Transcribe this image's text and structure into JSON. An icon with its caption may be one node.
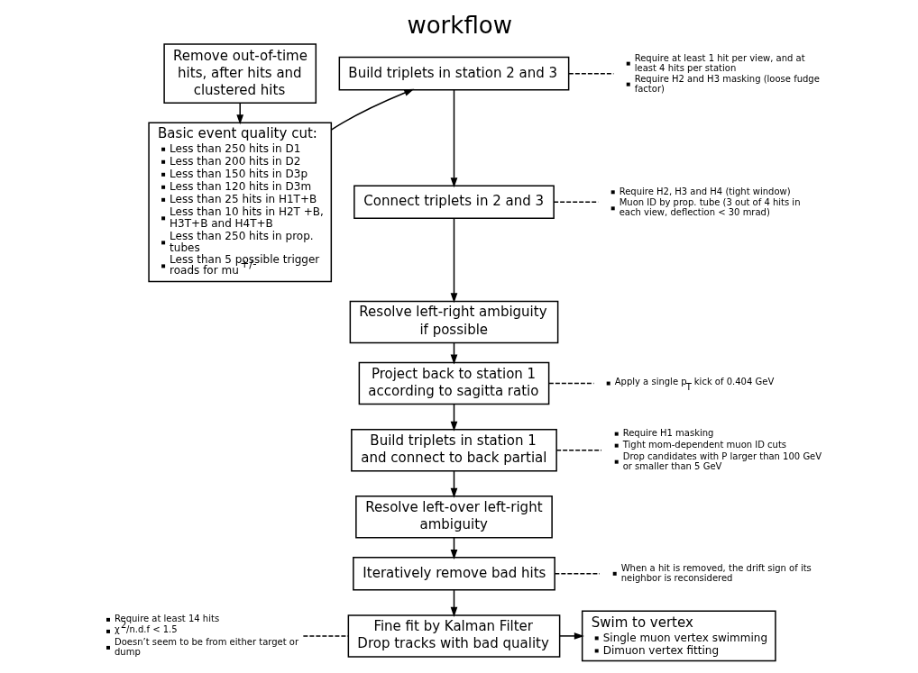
{
  "diagram": {
    "title": "workflow",
    "nodes": [
      {
        "text": [
          "Remove out-of-time hits, after hits and clustered hits"
        ]
      },
      {
        "text": [
          "Basic event quality cut:",
          "Less than 250 hits in D1",
          "Less than 200 hits in D2",
          "Less than 150 hits in D3p",
          "Less than 120 hits in D3m",
          "Less than 25 hits in H1T+B",
          "Less than 10 hits in H2T +B, H3T+B and H4T+B",
          "Less than 250 hits in prop. tubes",
          "Less than 5 possible trigger roads for mu$^{+/-}$"
        ]
      },
      {
        "text": [
          "Build triplets in station 2 and 3"
        ]
      },
      {
        "text": [
          "Connect triplets in 2 and 3"
        ]
      },
      {
        "text": [
          "Resolve left-right ambiguity if possible"
        ]
      },
      {
        "text": [
          "Project back to station 1 according to sagitta ratio"
        ]
      },
      {
        "text": [
          "Build triplets in station 1 and connect to back partial"
        ]
      },
      {
        "text": [
          "Resolve left-over left-right ambiguity"
        ]
      },
      {
        "text": [
          "Iteratively remove bad hits"
        ]
      },
      {
        "text": [
          "Fine fit by Kalman Filter",
          "Drop tracks with bad quality"
        ]
      },
      {
        "text": [
          "Swim to vertex",
          "Single muon vertex swimming",
          "Dimuon vertex fitting"
        ]
      },
      {
        "text": [
          "Require at least 1 hit per view, and at least 4 hits per station",
          "Require H2 and H3 masking (loose fudge factor)"
        ]
      },
      {
        "text": [
          "Require H2, H3 and H4 (tight window)",
          "Muon ID by prop. tube (3 out of 4 hits in each view, deflection < 30 mrad)"
        ]
      },
      {
        "text": [
          "Apply a single p$_{T}$ kick of 0.404 GeV"
        ]
      },
      {
        "text": [
          "Require H1 masking",
          "Tight mom-dependent muon ID cuts",
          "Drop candidates with P larger than 100 GeV or smaller than 5 GeV"
        ]
      },
      {
        "text": [
          "When a hit is removed, the drift sign of its neighbor is reconsidered"
        ]
      },
      {
        "text": [
          "Require at least 14 hits",
          "χ$^{2}$/n.d.f < 1.5",
          "Doesn’t seem to be from either target or dump"
        ]
      }
    ],
    "edges": [
      {
        "from": 0,
        "to": 1,
        "arrow": "to"
      },
      {
        "from": 1,
        "to": 2,
        "arrow": "to"
      },
      {
        "from": 2,
        "to": 3,
        "arrow": "to"
      },
      {
        "from": 3,
        "to": 4,
        "arrow": "to"
      },
      {
        "from": 4,
        "to": 5,
        "arrow": "to"
      },
      {
        "from": 5,
        "to": 6,
        "arrow": "to"
      },
      {
        "from": 6,
        "to": 7,
        "arrow": "to"
      },
      {
        "from": 7,
        "to": 8,
        "arrow": "to"
      },
      {
        "from": 8,
        "to": 9,
        "arrow": "to"
      },
      {
        "from": 9,
        "to": 10,
        "arrow": "to"
      },
      {
        "from": 2,
        "to": 11,
        "arrow": "none",
        "style": "dashed"
      },
      {
        "from": 3,
        "to": 12,
        "arrow": "none",
        "style": "dashed"
      },
      {
        "from": 5,
        "to": 13,
        "arrow": "none",
        "style": "dashed"
      },
      {
        "from": 6,
        "to": 14,
        "arrow": "none",
        "style": "dashed"
      },
      {
        "from": 8,
        "to": 15,
        "arrow": "none",
        "style": "dashed"
      },
      {
        "from": 16,
        "to": 9,
        "arrow": "none",
        "style": "dashed"
      }
    ]
  }
}
